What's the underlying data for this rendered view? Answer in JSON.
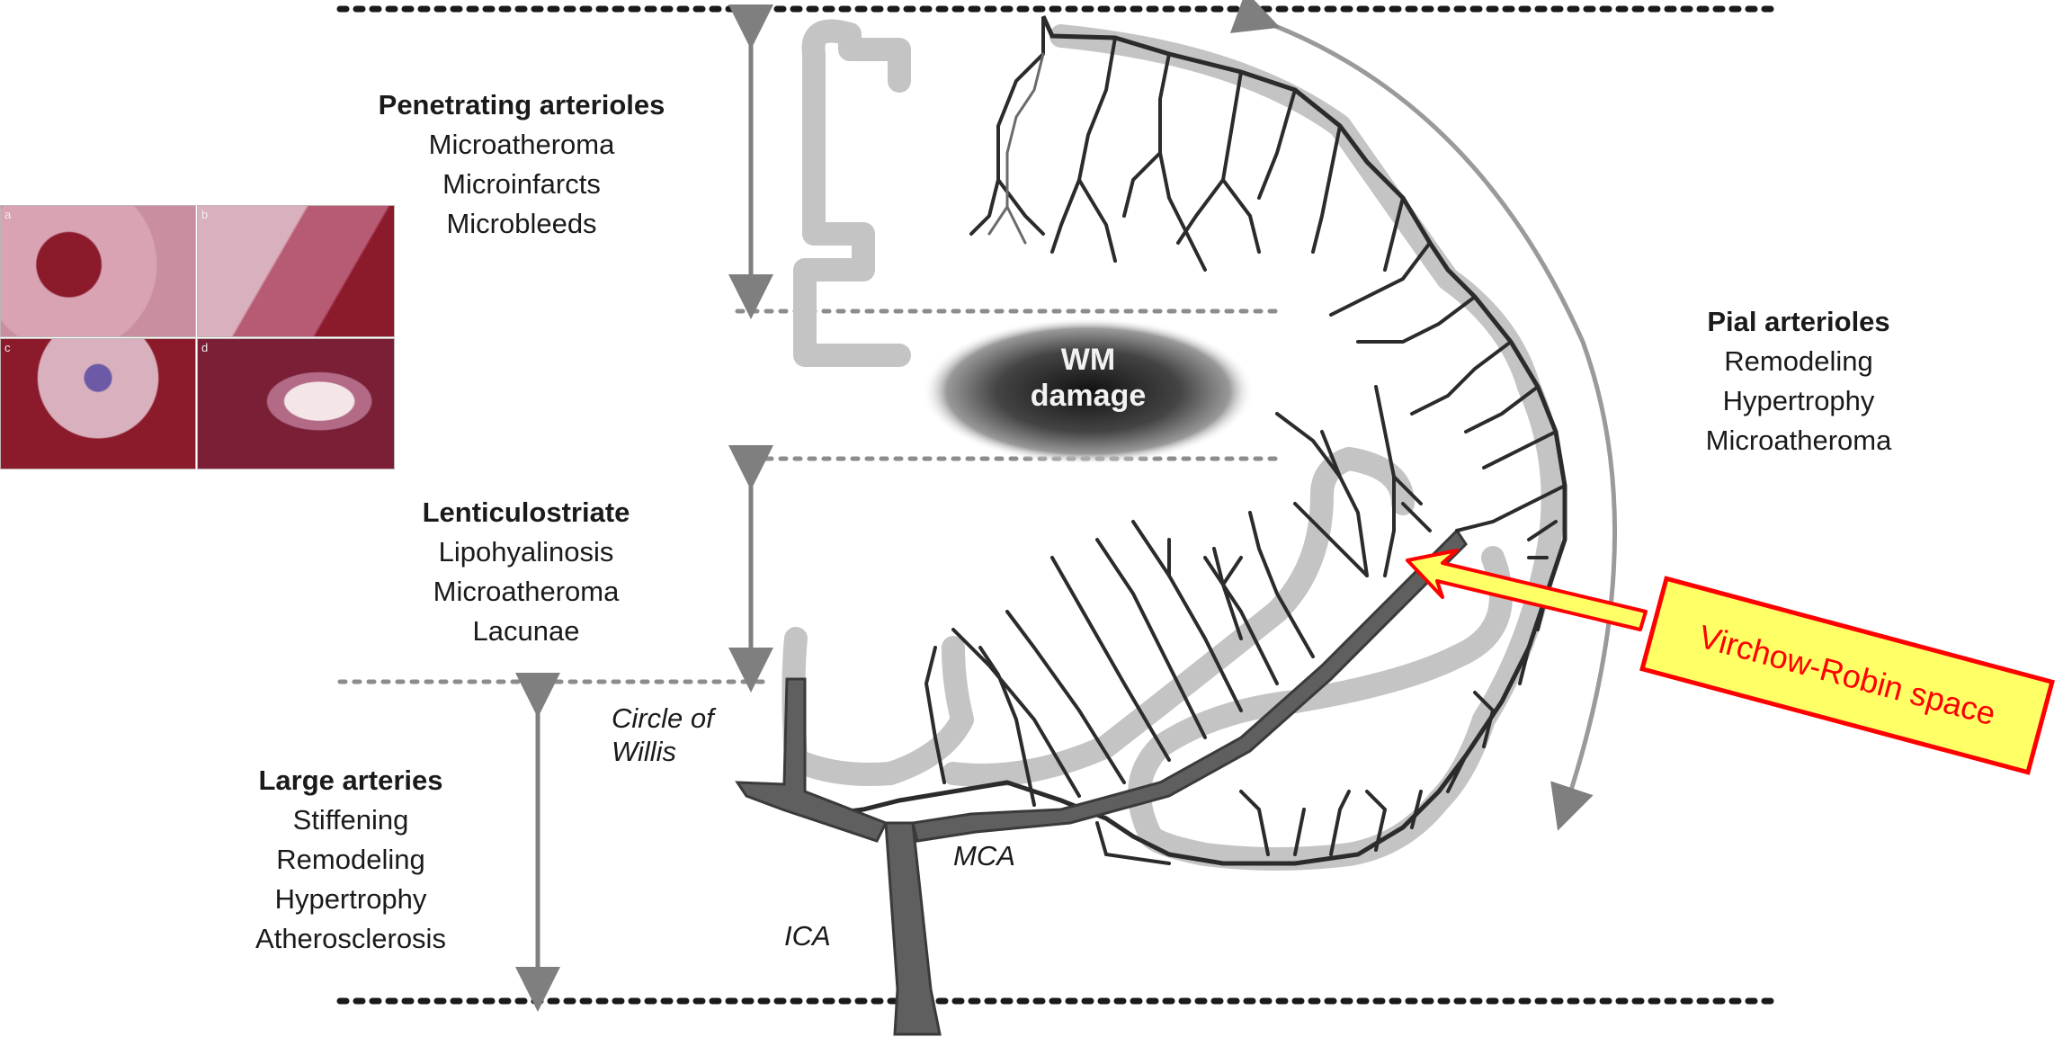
{
  "labels": {
    "penetrating": {
      "title": "Penetrating arterioles",
      "items": [
        "Microatheroma",
        "Microinfarcts",
        "Microbleeds"
      ]
    },
    "lenticulostriate": {
      "title": "Lenticulostriate",
      "items": [
        "Lipohyalinosis",
        "Microatheroma",
        "Lacunae"
      ]
    },
    "large": {
      "title": "Large arteries",
      "items": [
        "Stiffening",
        "Remodeling",
        "Hypertrophy",
        "Atherosclerosis"
      ]
    },
    "pial": {
      "title": "Pial arterioles",
      "items": [
        "Remodeling",
        "Hypertrophy",
        "Microatheroma"
      ]
    },
    "wm_damage": [
      "WM",
      "damage"
    ],
    "circle_of_willis": [
      "Circle of",
      "Willis"
    ],
    "mca": "MCA",
    "ica": "ICA",
    "callout": "Virchow-Robin space"
  },
  "histology_panels": [
    "a",
    "b",
    "c",
    "d"
  ],
  "colors": {
    "vessel": "#5f5f5f",
    "cortex_band": "#c4c4c4",
    "arrow_gray": "#7f7f7f",
    "callout_fill": "#ffff66",
    "callout_border": "#ff0000",
    "callout_text": "#ff0000",
    "histology_red": "#8b1a2b",
    "histology_pink": "#d9a3b4"
  }
}
